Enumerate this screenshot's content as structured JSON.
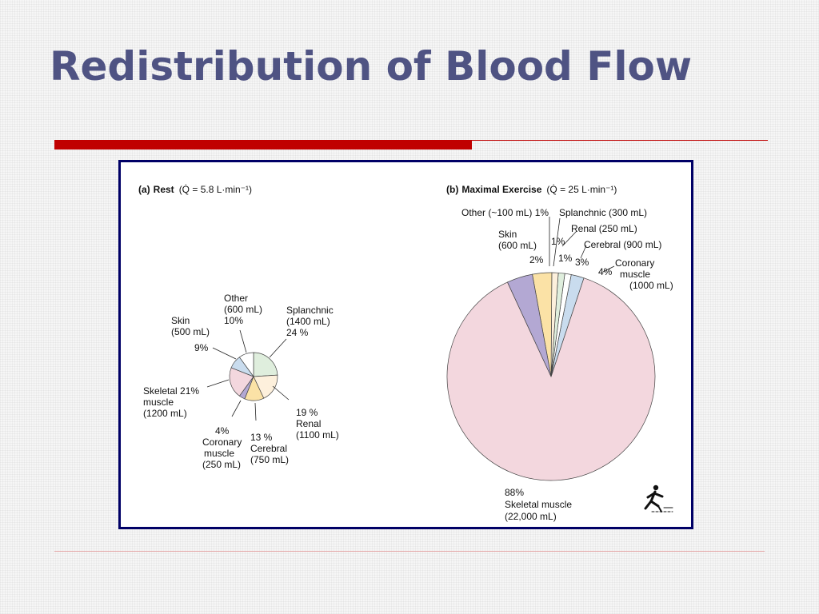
{
  "slide": {
    "title": "Redistribution of Blood Flow"
  },
  "colors": {
    "title": "#4f5383",
    "accent_bar": "#c00000",
    "frame_border": "#000066"
  },
  "chart_data": [
    {
      "type": "pie",
      "panel": "(a)",
      "title": "Rest",
      "subtitle": "(Q̇ = 5.8 L·min⁻¹)",
      "slices": [
        {
          "label": "Splanchnic",
          "volume": "1400 mL",
          "percent": 24,
          "color": "#dfeedd"
        },
        {
          "label": "Renal",
          "volume": "1100 mL",
          "percent": 19,
          "color": "#fdf0dc"
        },
        {
          "label": "Cerebral",
          "volume": "750 mL",
          "percent": 13,
          "color": "#fbe2a6"
        },
        {
          "label": "Coronary muscle",
          "volume": "250 mL",
          "percent": 4,
          "color": "#b3a8d3"
        },
        {
          "label": "Skeletal muscle",
          "volume": "1200 mL",
          "percent": 21,
          "color": "#f3d7de"
        },
        {
          "label": "Skin",
          "volume": "500 mL",
          "percent": 9,
          "color": "#c9dcee"
        },
        {
          "label": "Other",
          "volume": "600 mL",
          "percent": 10,
          "color": "#ffffff"
        }
      ],
      "labels": {
        "splanchnic": [
          "Splanchnic",
          "(1400 mL)",
          "24 %"
        ],
        "renal": [
          "19 %",
          "Renal",
          "(1100 mL)"
        ],
        "cerebral": [
          "13 %",
          "Cerebral",
          "(750 mL)"
        ],
        "coronary": [
          "4%",
          "Coronary",
          "muscle",
          "(250 mL)"
        ],
        "skeletal": [
          "Skeletal 21%",
          "muscle",
          "(1200 mL)"
        ],
        "skin": [
          "Skin",
          "(500 mL)",
          "9%"
        ],
        "other": [
          "Other",
          "(600 mL)",
          "10%"
        ]
      }
    },
    {
      "type": "pie",
      "panel": "(b)",
      "title": "Maximal Exercise",
      "subtitle": "(Q̇ = 25 L·min⁻¹)",
      "slices": [
        {
          "label": "Skeletal muscle",
          "volume": "22,000 mL",
          "percent": 88,
          "color": "#f3d7de"
        },
        {
          "label": "Skin",
          "volume": "600 mL",
          "percent": 2,
          "color": "#c9dcee"
        },
        {
          "label": "Other",
          "volume": "~100 mL",
          "percent": 1,
          "color": "#ffffff"
        },
        {
          "label": "Splanchnic",
          "volume": "300 mL",
          "percent": 1,
          "color": "#dfeedd"
        },
        {
          "label": "Renal",
          "volume": "250 mL",
          "percent": 1,
          "color": "#fdf0dc"
        },
        {
          "label": "Cerebral",
          "volume": "900 mL",
          "percent": 3,
          "color": "#fbe2a6"
        },
        {
          "label": "Coronary muscle",
          "volume": "1000 mL",
          "percent": 4,
          "color": "#b3a8d3"
        }
      ],
      "labels": {
        "other": "Other (~100 mL) 1%",
        "splanchnic": "Splanchnic (300 mL)",
        "renal": "Renal (250 mL)",
        "cerebral": "Cerebral (900 mL)",
        "skin": [
          "Skin",
          "(600 mL)"
        ],
        "coronary": [
          "Coronary",
          "muscle",
          "(1000 mL)"
        ],
        "skeletal": [
          "88%",
          "Skeletal muscle",
          "(22,000 mL)"
        ],
        "pct_splanchnic": "1%",
        "pct_renal": "1%",
        "pct_skin": "2%",
        "pct_cerebral": "3%",
        "pct_coronary": "4%"
      }
    }
  ],
  "icons": {
    "exercise": "running-person-icon"
  }
}
